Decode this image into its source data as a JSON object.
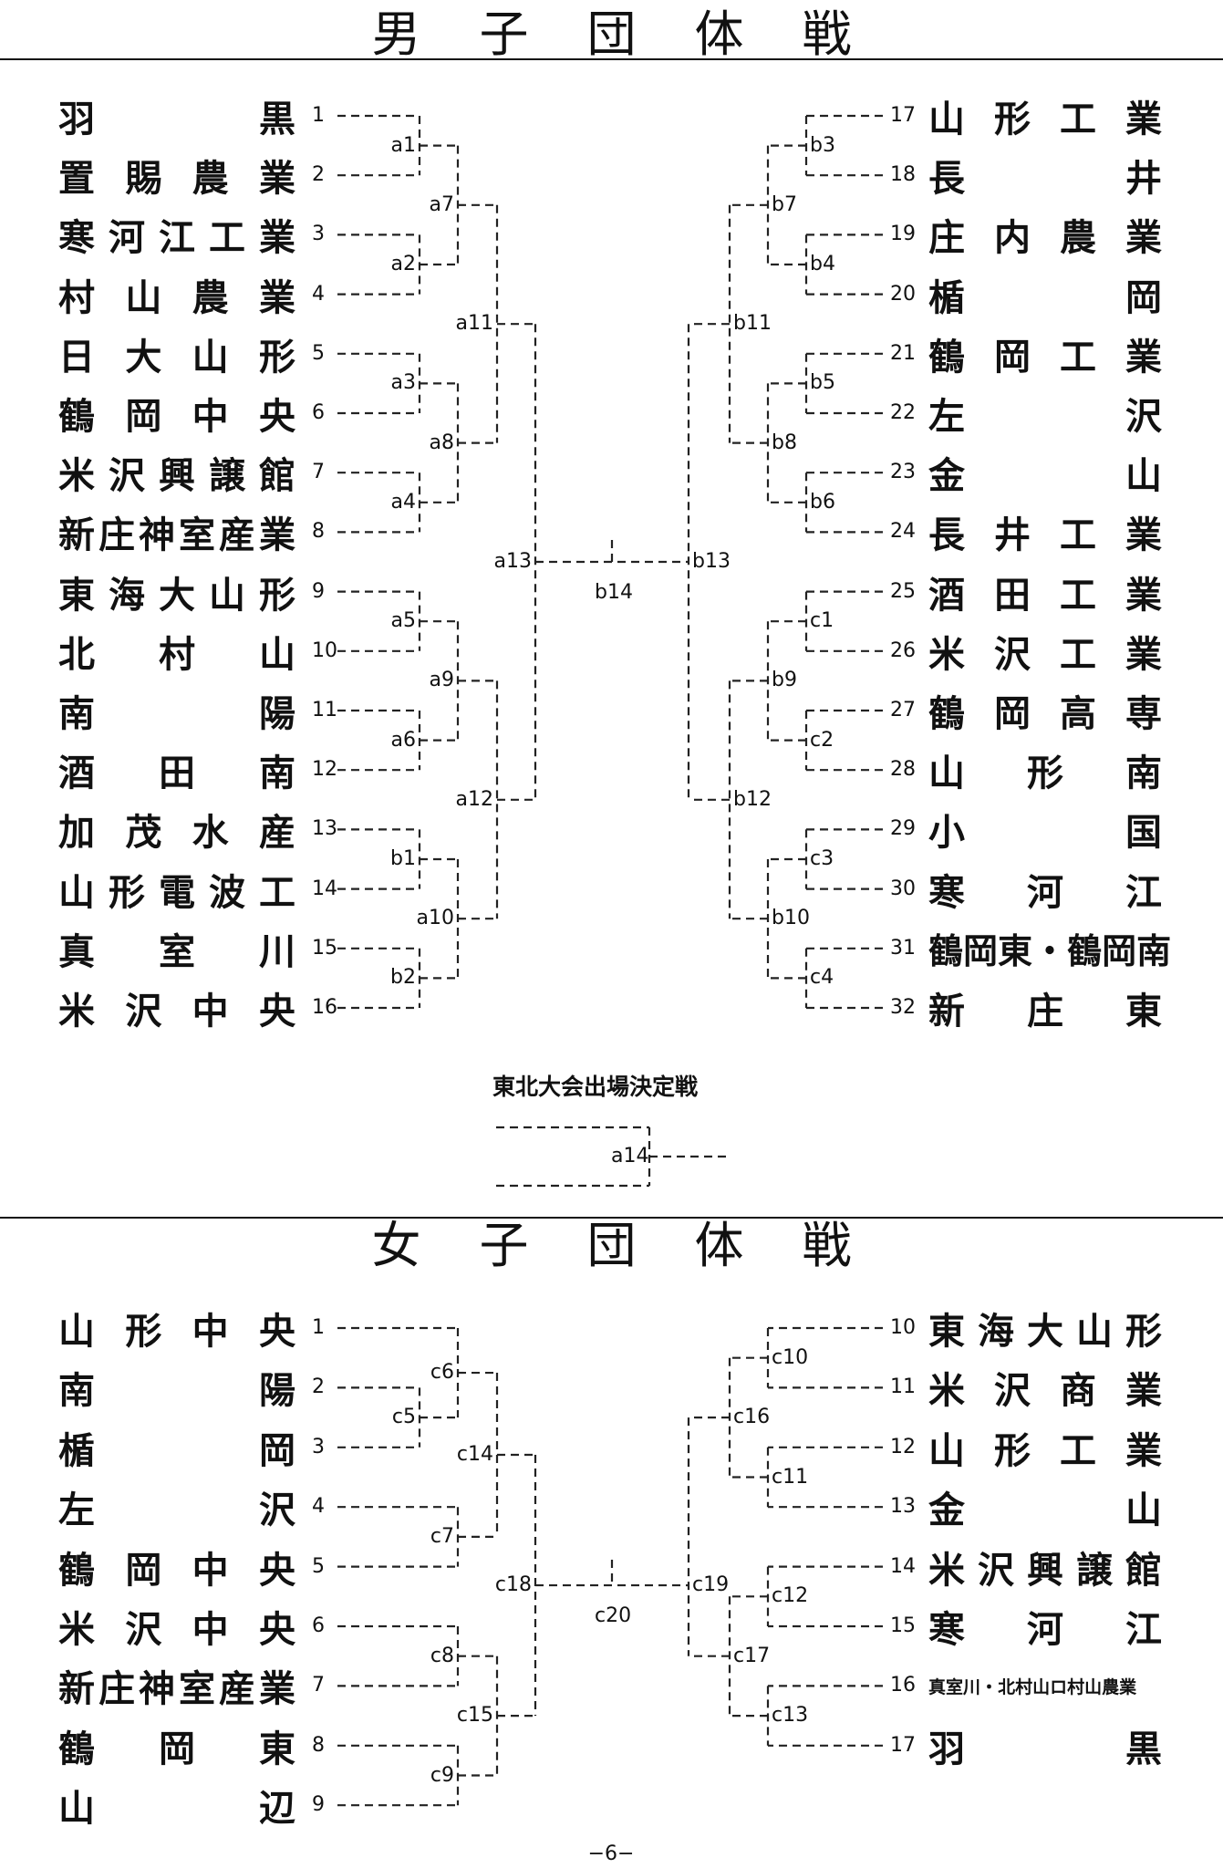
{
  "boys": {
    "title": "男子団体戦",
    "left_teams": [
      {
        "seed": "1",
        "name": "羽黒"
      },
      {
        "seed": "2",
        "name": "置賜農業"
      },
      {
        "seed": "3",
        "name": "寒河江工業"
      },
      {
        "seed": "4",
        "name": "村山農業"
      },
      {
        "seed": "5",
        "name": "日大山形"
      },
      {
        "seed": "6",
        "name": "鶴岡中央"
      },
      {
        "seed": "7",
        "name": "米沢興譲館"
      },
      {
        "seed": "8",
        "name": "新庄神室産業"
      },
      {
        "seed": "9",
        "name": "東海大山形"
      },
      {
        "seed": "10",
        "name": "北村山"
      },
      {
        "seed": "11",
        "name": "南陽"
      },
      {
        "seed": "12",
        "name": "酒田南"
      },
      {
        "seed": "13",
        "name": "加茂水産"
      },
      {
        "seed": "14",
        "name": "山形電波工"
      },
      {
        "seed": "15",
        "name": "真室川"
      },
      {
        "seed": "16",
        "name": "米沢中央"
      }
    ],
    "right_teams": [
      {
        "seed": "17",
        "name": "山形工業"
      },
      {
        "seed": "18",
        "name": "長井"
      },
      {
        "seed": "19",
        "name": "庄内農業"
      },
      {
        "seed": "20",
        "name": "楯岡"
      },
      {
        "seed": "21",
        "name": "鶴岡工業"
      },
      {
        "seed": "22",
        "name": "左沢"
      },
      {
        "seed": "23",
        "name": "金山"
      },
      {
        "seed": "24",
        "name": "長井工業"
      },
      {
        "seed": "25",
        "name": "酒田工業"
      },
      {
        "seed": "26",
        "name": "米沢工業"
      },
      {
        "seed": "27",
        "name": "鶴岡高専"
      },
      {
        "seed": "28",
        "name": "山形南"
      },
      {
        "seed": "29",
        "name": "小国"
      },
      {
        "seed": "30",
        "name": "寒河江"
      },
      {
        "seed": "31",
        "name": "鶴岡東・鶴岡南"
      },
      {
        "seed": "32",
        "name": "新庄東"
      }
    ],
    "matches": [
      "a1",
      "a2",
      "a3",
      "a4",
      "a5",
      "a6",
      "b1",
      "b2",
      "a7",
      "a8",
      "a9",
      "a10",
      "a11",
      "a12",
      "a13",
      "b3",
      "b4",
      "b5",
      "b6",
      "c1",
      "c2",
      "c3",
      "c4",
      "b7",
      "b8",
      "b9",
      "b10",
      "b11",
      "b12",
      "b13",
      "b14"
    ],
    "playoff_title": "東北大会出場決定戦",
    "playoff_match": "a14"
  },
  "girls": {
    "title": "女子団体戦",
    "left_teams": [
      {
        "seed": "1",
        "name": "山形中央"
      },
      {
        "seed": "2",
        "name": "南陽"
      },
      {
        "seed": "3",
        "name": "楯岡"
      },
      {
        "seed": "4",
        "name": "左沢"
      },
      {
        "seed": "5",
        "name": "鶴岡中央"
      },
      {
        "seed": "6",
        "name": "米沢中央"
      },
      {
        "seed": "7",
        "name": "新庄神室産業"
      },
      {
        "seed": "8",
        "name": "鶴岡東"
      },
      {
        "seed": "9",
        "name": "山辺"
      }
    ],
    "right_teams": [
      {
        "seed": "10",
        "name": "東海大山形"
      },
      {
        "seed": "11",
        "name": "米沢商業"
      },
      {
        "seed": "12",
        "name": "山形工業"
      },
      {
        "seed": "13",
        "name": "金山"
      },
      {
        "seed": "14",
        "name": "米沢興譲館"
      },
      {
        "seed": "15",
        "name": "寒河江"
      },
      {
        "seed": "16",
        "name": "真室川・北村山ロ村山農業"
      },
      {
        "seed": "17",
        "name": "羽黒"
      }
    ],
    "matches": [
      "c5",
      "c6",
      "c7",
      "c8",
      "c9",
      "c14",
      "c15",
      "c18",
      "c10",
      "c11",
      "c12",
      "c13",
      "c16",
      "c17",
      "c19",
      "c20"
    ]
  },
  "page_number": "−6−"
}
